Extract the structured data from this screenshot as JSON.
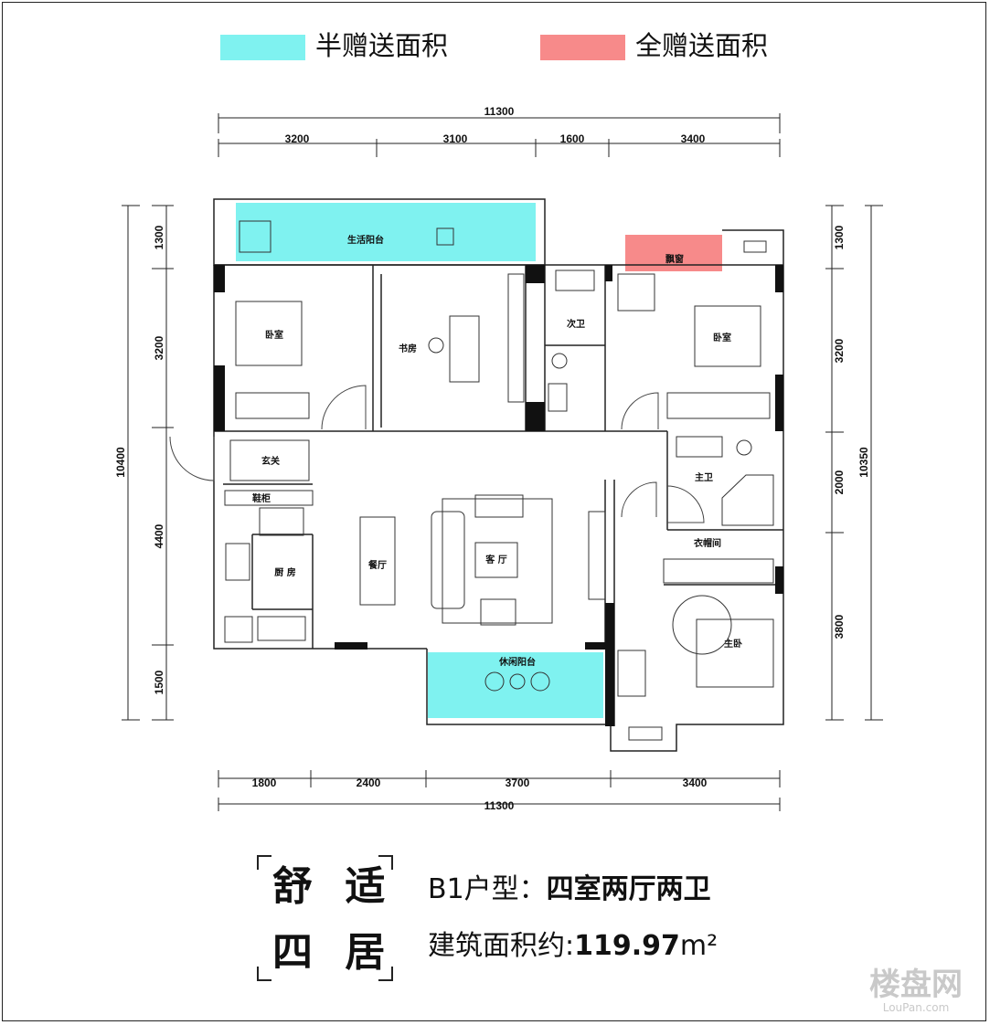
{
  "legend": {
    "half": {
      "label": "半赠送面积",
      "color": "#7ff2f0"
    },
    "full": {
      "label": "全赠送面积",
      "color": "#f78a8a"
    }
  },
  "dims": {
    "top_total": "11300",
    "top": [
      "3200",
      "3100",
      "1600",
      "3400"
    ],
    "bottom": [
      "1800",
      "2400",
      "3700",
      "3400"
    ],
    "bottom_total": "11300",
    "left": [
      "1300",
      "3200",
      "4400",
      "1500"
    ],
    "left_total": "10400",
    "right": [
      "1300",
      "3200",
      "2000",
      "3800"
    ],
    "right_total": "10350"
  },
  "rooms": {
    "living_balcony": "生活阳台",
    "bedroom_left": "卧室",
    "study": "书房",
    "second_bath": "次卫",
    "bay_window": "飘窗",
    "bedroom_right": "卧室",
    "entry": "玄关",
    "shoe_cabinet": "鞋柜",
    "master_bath": "主卫",
    "kitchen": "厨 房",
    "dining": "餐厅",
    "living": "客 厅",
    "closet": "衣帽间",
    "master_bedroom": "主卧",
    "leisure_balcony": "休闲阳台"
  },
  "tagline": {
    "line1": "舒 适",
    "line2": "四 居"
  },
  "info": {
    "type_label": "B1户型：",
    "type_value": "四室两厅两卫",
    "area_label": "建筑面积约:",
    "area_value": "119.97",
    "area_unit": "m²"
  },
  "watermark": {
    "cn": "楼盘网",
    "en": "LouPan.com"
  }
}
